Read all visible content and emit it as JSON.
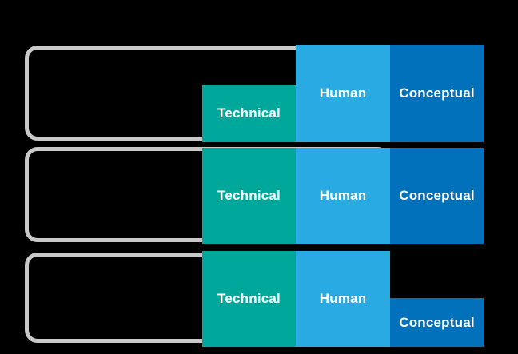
{
  "diagram": {
    "background_color": "#000000",
    "outline_color": "#C9C9C9",
    "label_color": "#FFFFFF",
    "skill_colors": {
      "technical": "#00A89C",
      "human": "#29AAE2",
      "conceptual": "#0271BC"
    },
    "levels": [
      {
        "position": "top",
        "boxes": [
          {
            "skill": "Technical",
            "emphasis": "reduced"
          },
          {
            "skill": "Human",
            "emphasis": "full"
          },
          {
            "skill": "Conceptual",
            "emphasis": "full"
          }
        ]
      },
      {
        "position": "middle",
        "boxes": [
          {
            "skill": "Technical",
            "emphasis": "full"
          },
          {
            "skill": "Human",
            "emphasis": "full"
          },
          {
            "skill": "Conceptual",
            "emphasis": "full"
          }
        ]
      },
      {
        "position": "bottom",
        "boxes": [
          {
            "skill": "Technical",
            "emphasis": "full"
          },
          {
            "skill": "Human",
            "emphasis": "full"
          },
          {
            "skill": "Conceptual",
            "emphasis": "reduced"
          }
        ]
      }
    ]
  }
}
